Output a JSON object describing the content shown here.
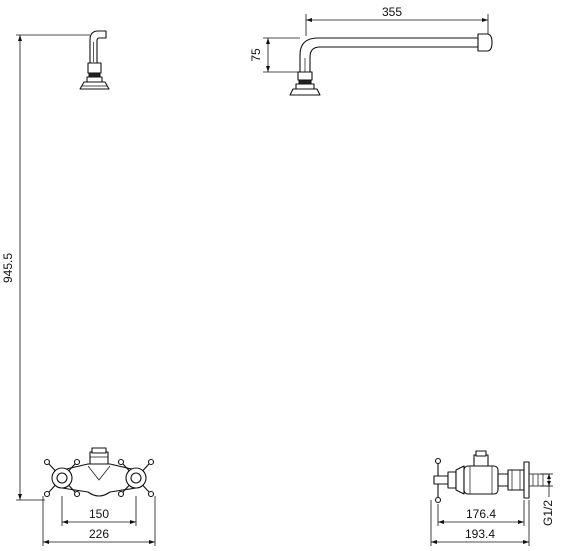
{
  "dimensions": {
    "arm_length": "355",
    "arm_drop": "75",
    "total_height": "945.5",
    "inlet_centers": "150",
    "valve_width": "226",
    "side_depth": "176.4",
    "side_depth_total": "193.4",
    "thread_size": "G1/2"
  }
}
